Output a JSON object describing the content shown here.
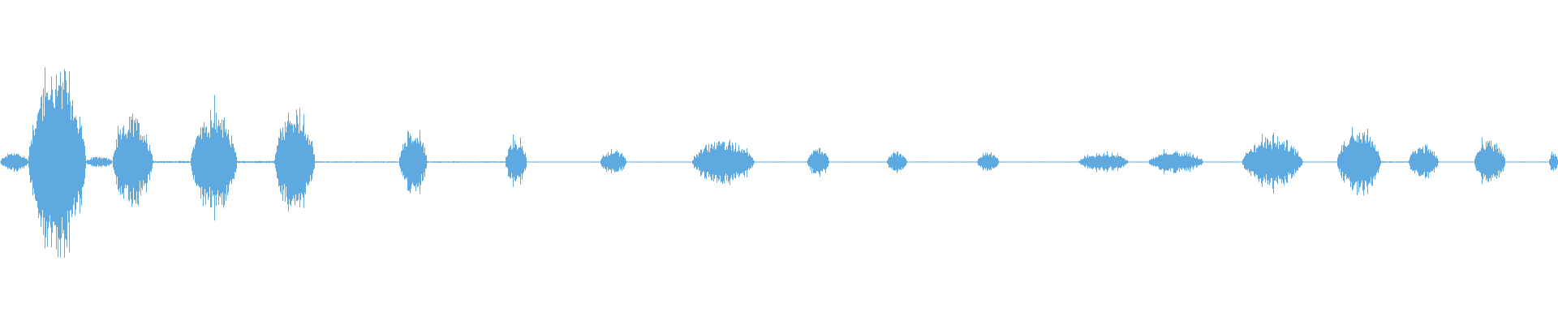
{
  "waveform": {
    "color": "#5DA9E0",
    "background": "#FFFFFF",
    "segments": [
      {
        "start": 0.0,
        "end": 0.018,
        "amp": 0.1
      },
      {
        "start": 0.018,
        "end": 0.055,
        "amp": 0.95
      },
      {
        "start": 0.055,
        "end": 0.072,
        "amp": 0.06
      },
      {
        "start": 0.072,
        "end": 0.098,
        "amp": 0.45
      },
      {
        "start": 0.098,
        "end": 0.122,
        "amp": 0.03
      },
      {
        "start": 0.122,
        "end": 0.152,
        "amp": 0.5
      },
      {
        "start": 0.152,
        "end": 0.176,
        "amp": 0.03
      },
      {
        "start": 0.176,
        "end": 0.202,
        "amp": 0.52
      },
      {
        "start": 0.202,
        "end": 0.256,
        "amp": 0.02
      },
      {
        "start": 0.256,
        "end": 0.274,
        "amp": 0.33
      },
      {
        "start": 0.274,
        "end": 0.324,
        "amp": 0.02
      },
      {
        "start": 0.324,
        "end": 0.338,
        "amp": 0.23
      },
      {
        "start": 0.338,
        "end": 0.385,
        "amp": 0.01
      },
      {
        "start": 0.385,
        "end": 0.402,
        "amp": 0.13
      },
      {
        "start": 0.402,
        "end": 0.444,
        "amp": 0.01
      },
      {
        "start": 0.444,
        "end": 0.484,
        "amp": 0.22
      },
      {
        "start": 0.484,
        "end": 0.518,
        "amp": 0.01
      },
      {
        "start": 0.518,
        "end": 0.532,
        "amp": 0.15
      },
      {
        "start": 0.532,
        "end": 0.569,
        "amp": 0.01
      },
      {
        "start": 0.569,
        "end": 0.582,
        "amp": 0.11
      },
      {
        "start": 0.582,
        "end": 0.627,
        "amp": 0.01
      },
      {
        "start": 0.627,
        "end": 0.641,
        "amp": 0.1
      },
      {
        "start": 0.641,
        "end": 0.692,
        "amp": 0.01
      },
      {
        "start": 0.692,
        "end": 0.724,
        "amp": 0.1
      },
      {
        "start": 0.724,
        "end": 0.737,
        "amp": 0.01
      },
      {
        "start": 0.737,
        "end": 0.772,
        "amp": 0.11
      },
      {
        "start": 0.772,
        "end": 0.797,
        "amp": 0.01
      },
      {
        "start": 0.797,
        "end": 0.836,
        "amp": 0.25
      },
      {
        "start": 0.836,
        "end": 0.858,
        "amp": 0.01
      },
      {
        "start": 0.858,
        "end": 0.886,
        "amp": 0.35
      },
      {
        "start": 0.886,
        "end": 0.904,
        "amp": 0.02
      },
      {
        "start": 0.904,
        "end": 0.923,
        "amp": 0.18
      },
      {
        "start": 0.923,
        "end": 0.946,
        "amp": 0.01
      },
      {
        "start": 0.946,
        "end": 0.966,
        "amp": 0.22
      },
      {
        "start": 0.966,
        "end": 0.994,
        "amp": 0.01
      },
      {
        "start": 0.994,
        "end": 1.0,
        "amp": 0.1
      }
    ]
  }
}
